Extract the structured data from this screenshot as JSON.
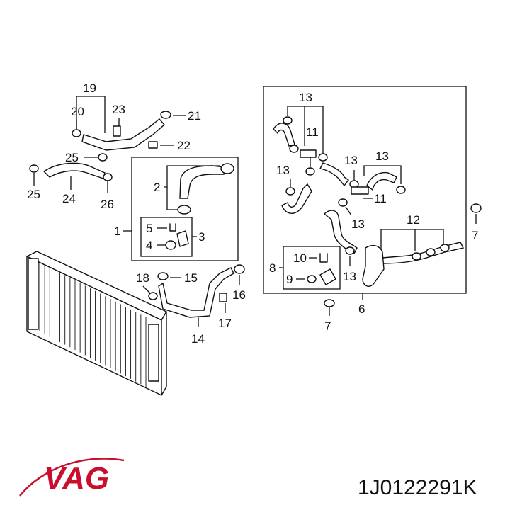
{
  "diagram": {
    "callouts": {
      "c1": "1",
      "c2": "2",
      "c3": "3",
      "c4": "4",
      "c5": "5",
      "c6": "6",
      "c7a": "7",
      "c7b": "7",
      "c8": "8",
      "c9": "9",
      "c10": "10",
      "c11a": "11",
      "c11b": "11",
      "c12": "12",
      "c13a": "13",
      "c13b": "13",
      "c13c": "13",
      "c13d": "13",
      "c13e": "13",
      "c13f": "13",
      "c14": "14",
      "c15": "15",
      "c16": "16",
      "c17": "17",
      "c18": "18",
      "c19": "19",
      "c20": "20",
      "c21": "21",
      "c22": "22",
      "c23": "23",
      "c24": "24",
      "c25a": "25",
      "c25b": "25",
      "c26": "26"
    }
  },
  "brand": {
    "logo": "VAG"
  },
  "part_number": "1J0122291K",
  "colors": {
    "brand_red": "#c8102e",
    "line": "#111111"
  }
}
